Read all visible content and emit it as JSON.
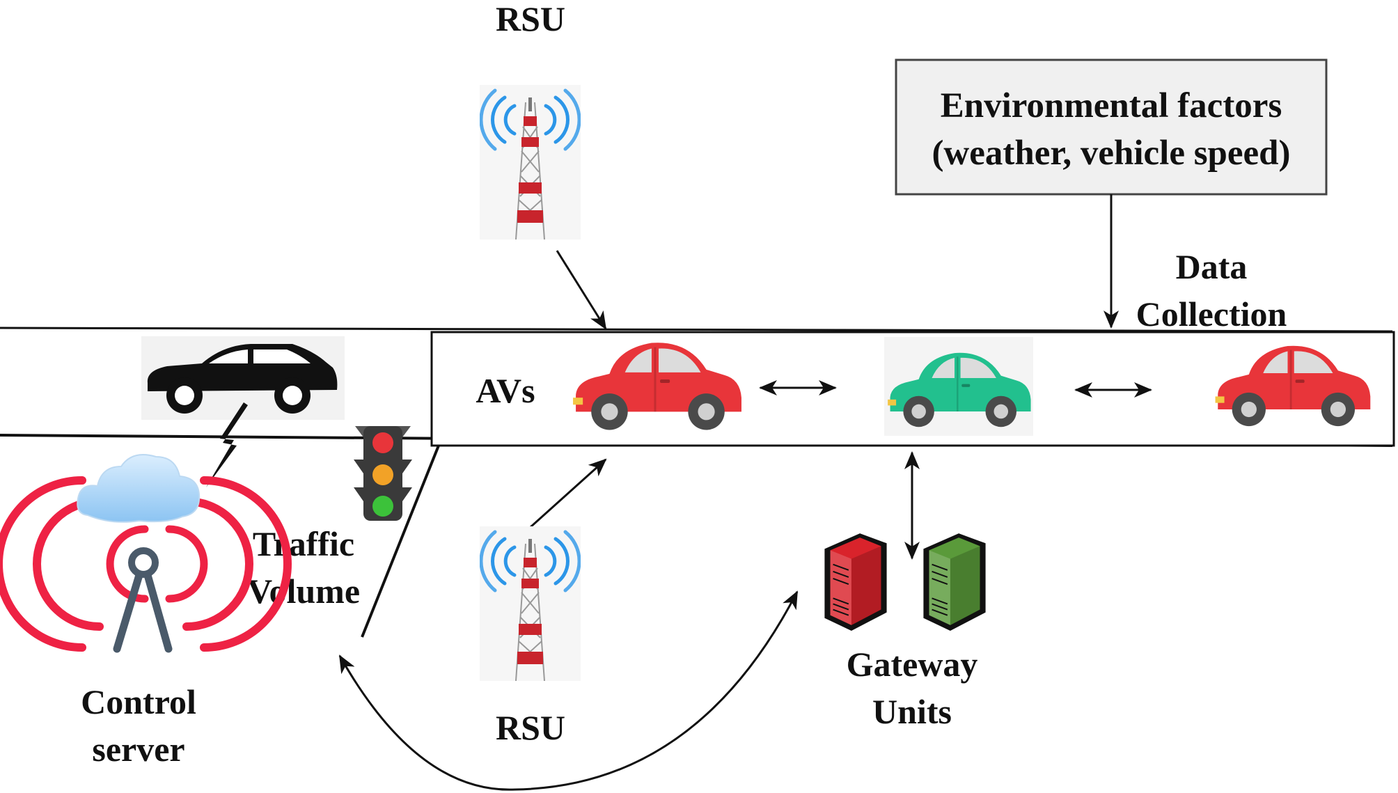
{
  "labels": {
    "rsu_top": "RSU",
    "rsu_bottom": "RSU",
    "env_line1": "Environmental factors",
    "env_line2": "(weather, vehicle speed)",
    "data_collection_line1": "Data",
    "data_collection_line2": "Collection",
    "avs": "AVs",
    "traffic_volume_line1": "Traffic",
    "traffic_volume_line2": "Volume",
    "control_server_line1": "Control",
    "control_server_line2": "server",
    "gateway_line1": "Gateway",
    "gateway_line2": "Units"
  },
  "colors": {
    "car_red": "#e8353a",
    "car_green": "#22c08e",
    "car_black": "#111111",
    "server_red": "#d9232b",
    "server_green": "#5a9a3a",
    "signal_red": "#e8353a",
    "tower_red": "#c8242c",
    "tower_waves": "#2c96e8",
    "env_box_fill": "#f0f0f0"
  },
  "icons": [
    "rsu-tower-icon",
    "car-icon",
    "server-icon",
    "traffic-light-icon",
    "antenna-icon",
    "cloud-icon",
    "lightning-icon"
  ]
}
